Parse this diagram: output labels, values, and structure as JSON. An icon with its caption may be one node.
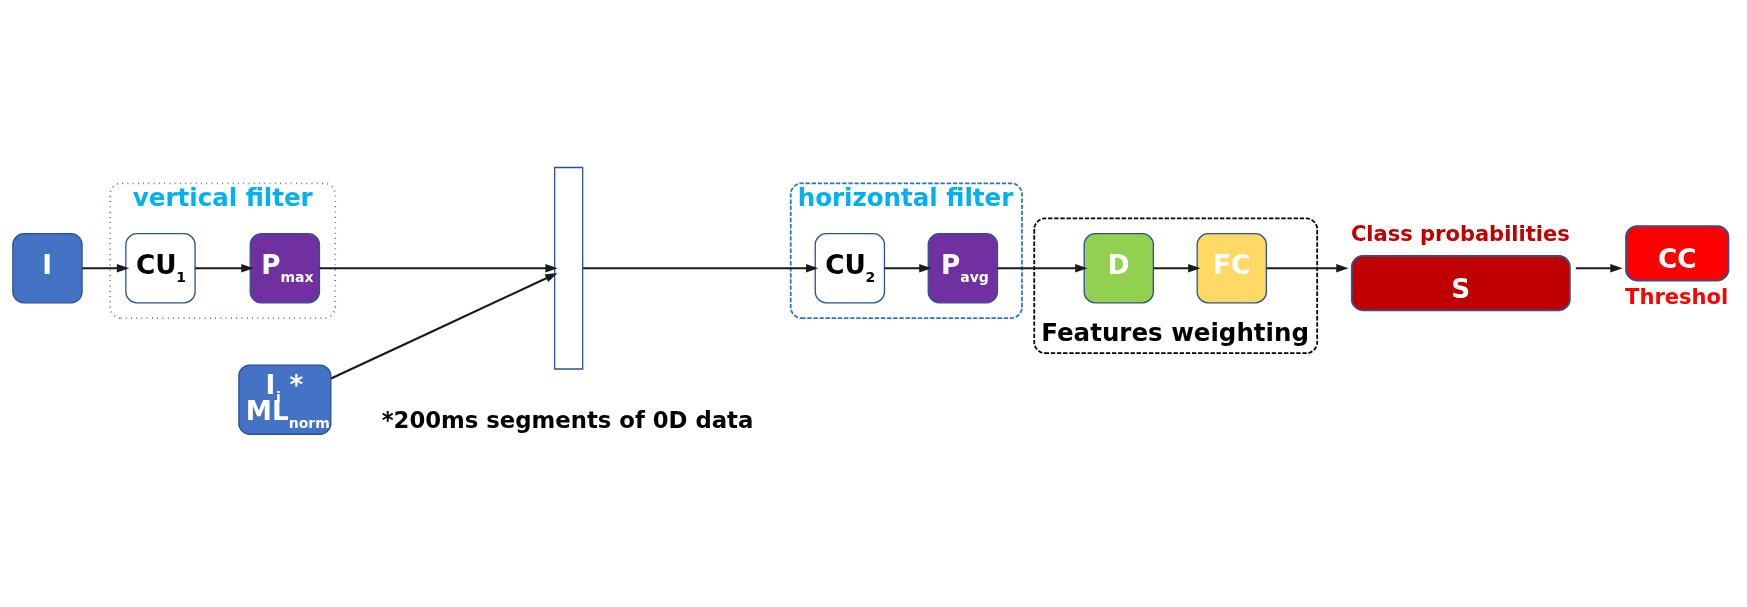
{
  "diagram": {
    "nodes": [
      {
        "text": [
          "I"
        ]
      },
      {
        "text": [
          "vertical filter"
        ]
      },
      {
        "text": [
          "CU$_{1}$"
        ],
        "in": 1
      },
      {
        "text": [
          "P$_{max}$"
        ],
        "in": 1
      },
      {
        "text": [
          "I$_{i}$ *",
          "ML$_{norm}$"
        ]
      },
      {
        "text": [],
        "shape": "bar"
      },
      {
        "text": [
          "horizontal filter"
        ]
      },
      {
        "text": [
          "CU$_{2}$"
        ],
        "in": 6
      },
      {
        "text": [
          "P$_{avg}$"
        ],
        "in": 6
      },
      {
        "text": [
          "Features weighting"
        ]
      },
      {
        "text": [
          "D"
        ],
        "in": 9
      },
      {
        "text": [
          "FC"
        ],
        "in": 9
      },
      {
        "text": [
          "S"
        ],
        "beside": [
          "Class probabilities"
        ]
      },
      {
        "text": [
          "CC"
        ],
        "beside": [
          "Threshol"
        ]
      }
    ],
    "edges": [
      {
        "from": 0,
        "to": 2,
        "arrow": "to"
      },
      {
        "from": 2,
        "to": 3,
        "arrow": "to"
      },
      {
        "from": 3,
        "to": 5,
        "arrow": "to"
      },
      {
        "from": 4,
        "to": 5,
        "arrow": "to"
      },
      {
        "from": 5,
        "to": 7,
        "arrow": "to"
      },
      {
        "from": 7,
        "to": 8,
        "arrow": "to"
      },
      {
        "from": 8,
        "to": 10,
        "arrow": "to"
      },
      {
        "from": 10,
        "to": 11,
        "arrow": "to"
      },
      {
        "from": 11,
        "to": 12,
        "arrow": "to"
      },
      {
        "from": 12,
        "to": 13,
        "arrow": "to"
      }
    ],
    "labels": [
      "*200ms segments of 0D data"
    ]
  }
}
